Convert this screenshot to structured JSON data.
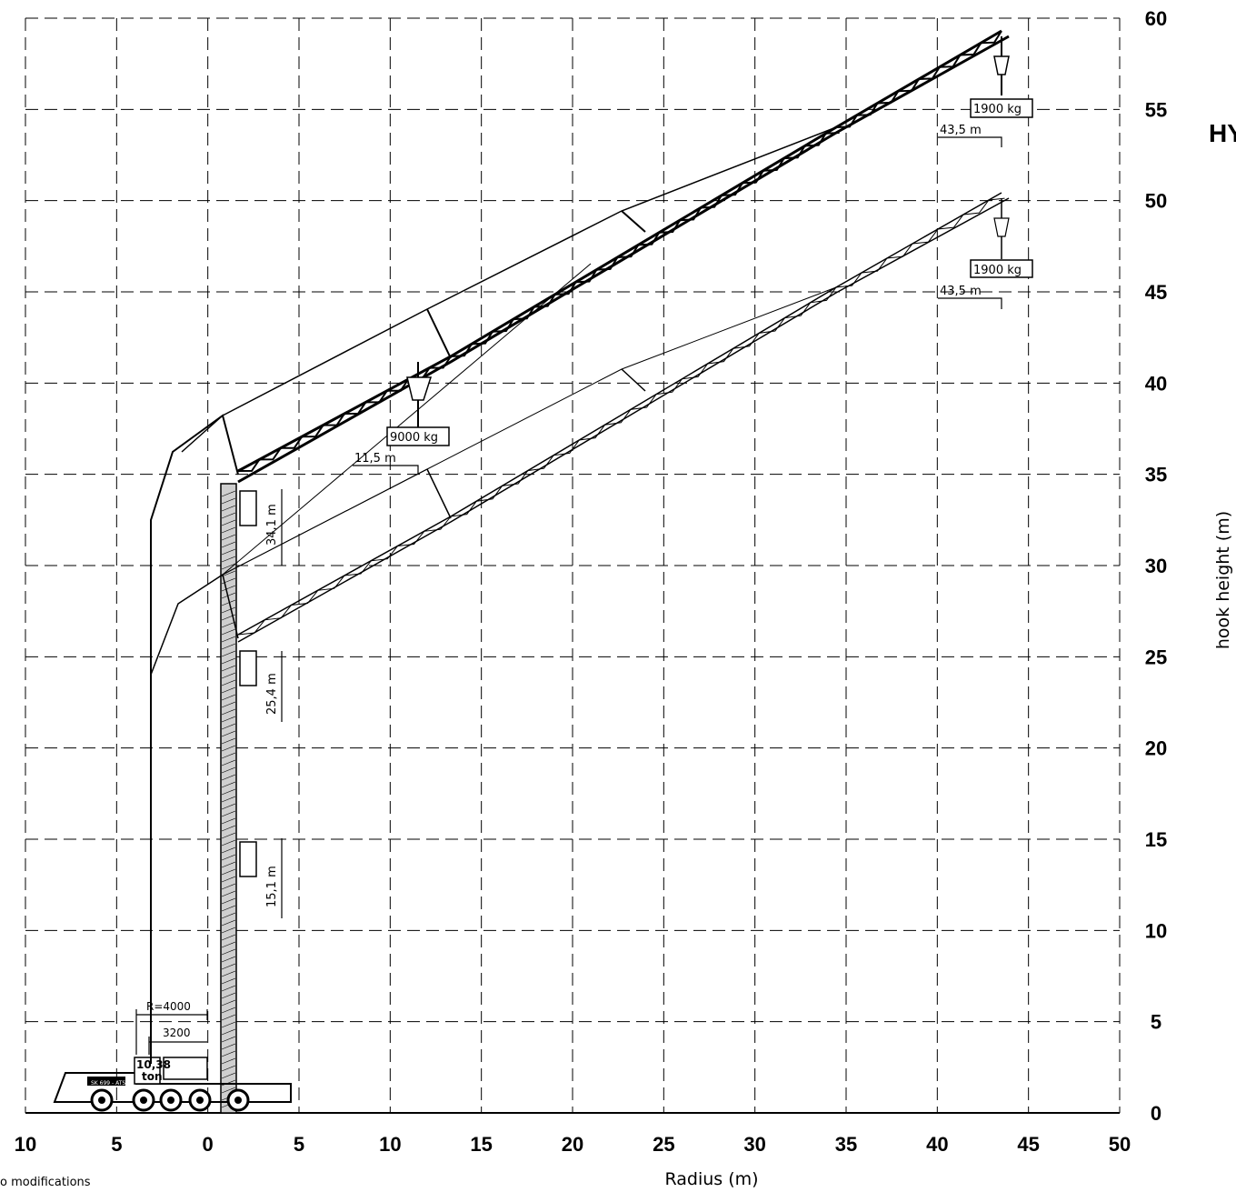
{
  "title_fragment": "HY",
  "footnote": "o modifications",
  "x_axis": {
    "label": "Radius (m)",
    "ticks": [
      "10",
      "5",
      "0",
      "5",
      "10",
      "15",
      "20",
      "25",
      "30",
      "35",
      "40",
      "45",
      "50"
    ]
  },
  "y_axis": {
    "label": "hook height (m)",
    "ticks": [
      "0",
      "5",
      "10",
      "15",
      "20",
      "25",
      "30",
      "35",
      "40",
      "45",
      "50",
      "55",
      "60"
    ]
  },
  "configurations": {
    "upper": {
      "tip_load": "1900 kg",
      "tip_radius": "43,5 m",
      "mid_load": "9000 kg",
      "mid_radius": "11,5 m",
      "tower_height": "34,1 m"
    },
    "lower": {
      "tip_load": "1900 kg",
      "tip_radius": "43,5 m",
      "tower_height": "25,4 m"
    },
    "base": {
      "tower_height": "15,1 m"
    }
  },
  "base_dims": {
    "outer_radius": "R=4000",
    "inner_width": "3200",
    "counterweight_value": "10,38",
    "counterweight_unit": "ton",
    "truck_label": "SK 699 - ATS"
  },
  "chart_data": {
    "type": "diagram",
    "xlabel": "Radius (m)",
    "ylabel": "hook height (m)",
    "xlim": [
      -10,
      50
    ],
    "ylim": [
      0,
      60
    ],
    "grid": true,
    "annotations": [
      {
        "text": "1900 kg",
        "x": 43.5,
        "y": 55.3
      },
      {
        "text": "1900 kg",
        "x": 43.5,
        "y": 46.3
      },
      {
        "text": "9000 kg",
        "x": 11.5,
        "y": 37.2
      },
      {
        "text": "43,5 m",
        "x": 43.5,
        "y": 53.8
      },
      {
        "text": "43,5 m",
        "x": 43.5,
        "y": 44.8
      },
      {
        "text": "11,5 m",
        "x": 11.5,
        "y": 35.8
      },
      {
        "text": "34,1 m"
      },
      {
        "text": "25,4 m"
      },
      {
        "text": "15,1 m"
      }
    ]
  }
}
